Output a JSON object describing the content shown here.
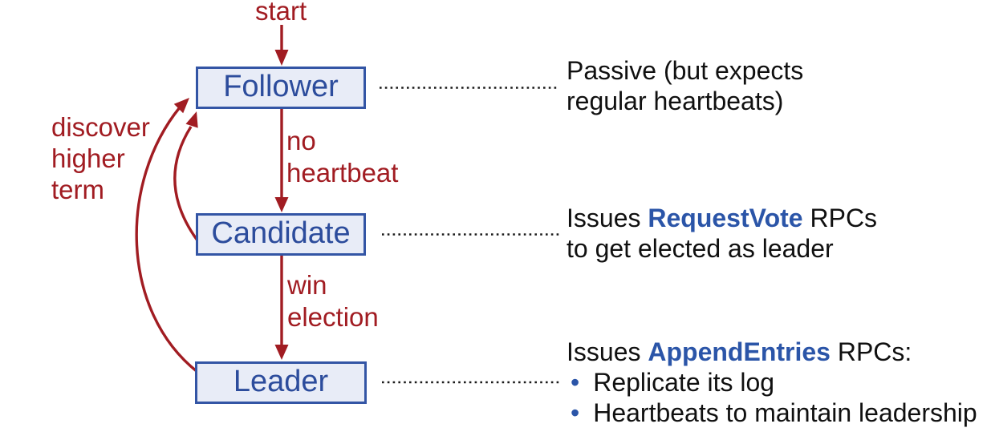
{
  "colors": {
    "arrow_red": "#A11C22",
    "state_text_blue": "#2C4C9C",
    "rpc_bold_blue": "#2B55A8",
    "box_border_blue": "#3355A5",
    "box_fill": "#E8ECF7",
    "annotation_black": "#101010",
    "dotted_line": "#1a1a1a"
  },
  "diagram": {
    "start_label": "start",
    "states": {
      "follower": "Follower",
      "candidate": "Candidate",
      "leader": "Leader"
    },
    "transitions": {
      "no_heartbeat": [
        "no",
        "heartbeat"
      ],
      "win_election": [
        "win",
        "election"
      ],
      "discover_higher_term": [
        "discover",
        "higher",
        "term"
      ]
    }
  },
  "annotations": {
    "follower": {
      "line1": "Passive (but expects",
      "line2": "regular heartbeats)"
    },
    "candidate": {
      "line1_prefix": "Issues ",
      "line1_rpc": "RequestVote",
      "line1_suffix": " RPCs",
      "line2": "to get elected as leader"
    },
    "leader": {
      "line1_prefix": "Issues ",
      "line1_rpc": "AppendEntries",
      "line1_suffix": " RPCs:",
      "bullet_glyph": "•",
      "bullets": [
        "Replicate its log",
        "Heartbeats to maintain leadership"
      ]
    }
  }
}
